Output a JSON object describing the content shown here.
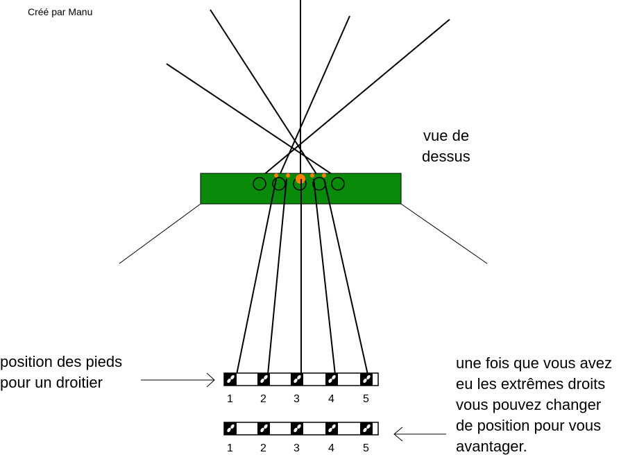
{
  "credit": "Créé par Manu",
  "view_label": {
    "line1": "vue de",
    "line2": "dessus"
  },
  "left_note": {
    "line1": "position des pieds",
    "line2": "pour un droitier"
  },
  "right_note": {
    "line1": "une fois que vous avez",
    "line2": "eu les extrêmes droits",
    "line3": "vous pouvez changer",
    "line4": "de position pour vous",
    "line5": "avantager."
  },
  "positions": [
    "1",
    "2",
    "3",
    "4",
    "5"
  ],
  "colors": {
    "table": "#0a8a0a",
    "marker": "#ff7f00",
    "line": "#000000",
    "background": "#ffffff"
  }
}
